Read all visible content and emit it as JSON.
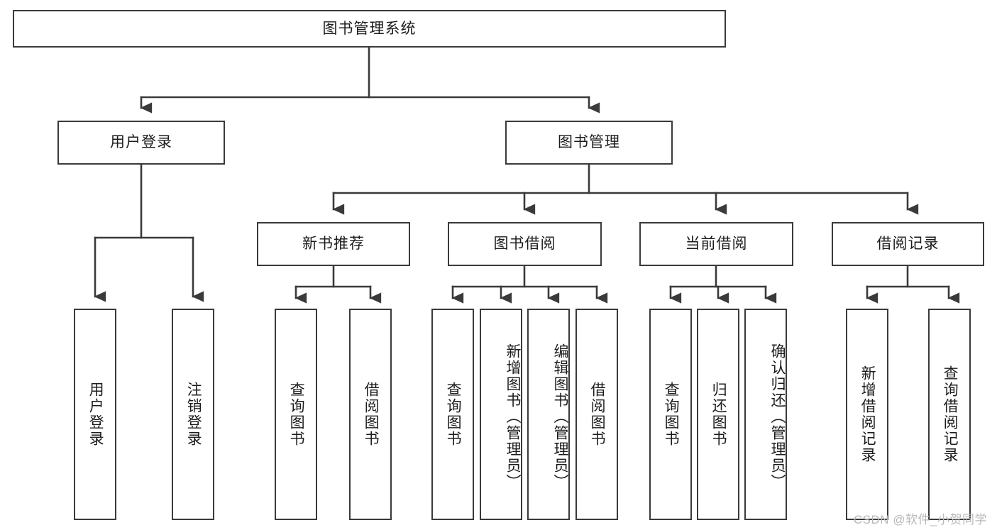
{
  "diagram": {
    "title": "图书管理系统",
    "type": "tree-hierarchy-chart",
    "root": {
      "id": "root",
      "label": "图书管理系统"
    },
    "level2": [
      {
        "id": "user-login",
        "label": "用户登录"
      },
      {
        "id": "book-management",
        "label": "图书管理"
      }
    ],
    "level3": [
      {
        "id": "new-book-recommend",
        "label": "新书推荐",
        "parent": "book-management"
      },
      {
        "id": "book-borrow",
        "label": "图书借阅",
        "parent": "book-management"
      },
      {
        "id": "current-borrow",
        "label": "当前借阅",
        "parent": "book-management"
      },
      {
        "id": "borrow-record",
        "label": "借阅记录",
        "parent": "book-management"
      }
    ],
    "leaves": {
      "user_login": [
        {
          "id": "leaf-user-login",
          "label": "用户登录"
        },
        {
          "id": "leaf-logout-login",
          "label": "注销登录"
        }
      ],
      "new_book_recommend": [
        {
          "id": "leaf-query-book-1",
          "label": "查询图书"
        },
        {
          "id": "leaf-borrow-book-1",
          "label": "借阅图书"
        }
      ],
      "book_borrow": [
        {
          "id": "leaf-query-book-2",
          "label": "查询图书"
        },
        {
          "id": "leaf-add-book",
          "label": "新增图书（管理员）"
        },
        {
          "id": "leaf-edit-book",
          "label": "编辑图书（管理员）"
        },
        {
          "id": "leaf-borrow-book-2",
          "label": "借阅图书"
        }
      ],
      "current_borrow": [
        {
          "id": "leaf-query-book-3",
          "label": "查询图书"
        },
        {
          "id": "leaf-return-book",
          "label": "归还图书"
        },
        {
          "id": "leaf-confirm-return",
          "label": "确认归还（管理员）"
        }
      ],
      "borrow_record": [
        {
          "id": "leaf-add-record",
          "label": "新增借阅记录"
        },
        {
          "id": "leaf-query-record",
          "label": "查询借阅记录"
        }
      ]
    },
    "colors": {
      "stroke": "#3a3a3a",
      "text": "#1c1c1c",
      "background": "#ffffff",
      "watermark": "#b8b8b8"
    }
  },
  "watermark": {
    "text": "CSDN @软件_小贺同学"
  }
}
